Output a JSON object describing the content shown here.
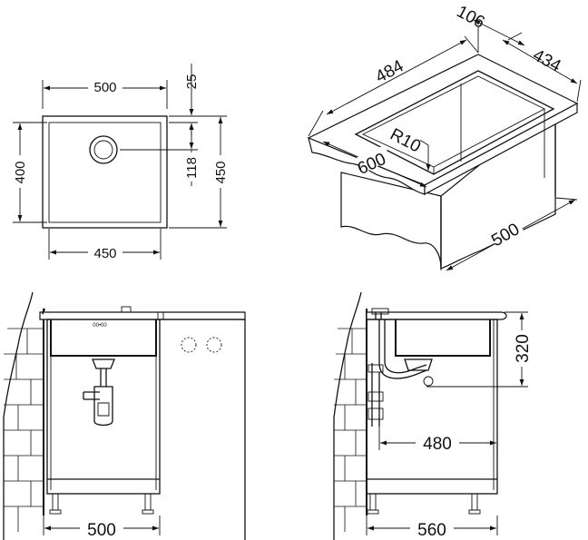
{
  "top_view": {
    "width_outer": "500",
    "height_outer": "450",
    "height_inner": "400",
    "width_inner": "450",
    "rim_offset": "25",
    "drain_offset": "118"
  },
  "iso_view": {
    "rim_width": "106",
    "back_depth": "434",
    "length": "484",
    "radius": "R10",
    "width": "600",
    "cabinet": "500"
  },
  "front_view": {
    "cabinet_width": "500"
  },
  "side_view": {
    "depth": "560",
    "drain_distance": "480",
    "height": "320"
  }
}
